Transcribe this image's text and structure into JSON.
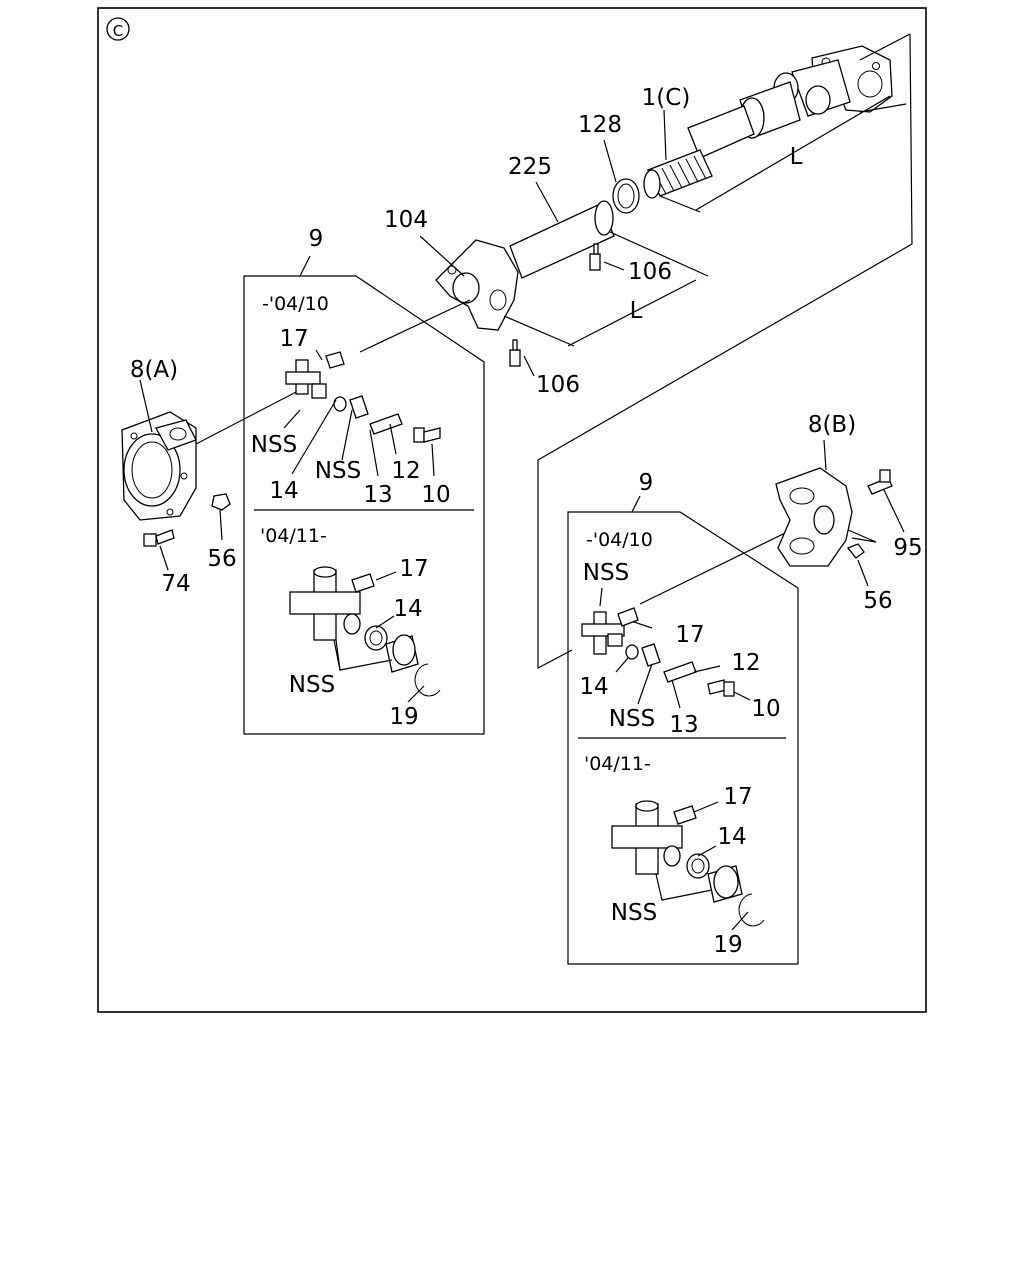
{
  "section_marker": "C",
  "labels": {
    "p1c": "1(C)",
    "p128": "128",
    "p225": "225",
    "p104": "104",
    "p9_left": "9",
    "p9_right": "9",
    "p106_top": "106",
    "p106_bottom": "106",
    "L_top": "L",
    "L_mid": "L",
    "p8a": "8(A)",
    "p8b": "8(B)",
    "p56_left": "56",
    "p56_right": "56",
    "p74": "74",
    "p95": "95"
  },
  "left_box": {
    "period_top": "-'04/10",
    "period_bottom": "'04/11-",
    "top_labels": {
      "p17": "17",
      "nss_a": "NSS",
      "nss_b": "NSS",
      "p14": "14",
      "p13": "13",
      "p12": "12",
      "p10": "10"
    },
    "bottom_labels": {
      "p17": "17",
      "p14": "14",
      "nss": "NSS",
      "p19": "19"
    }
  },
  "right_box": {
    "period_top": "-'04/10",
    "period_bottom": "'04/11-",
    "top_labels": {
      "nss_a": "NSS",
      "p17": "17",
      "p14": "14",
      "nss_b": "NSS",
      "p13": "13",
      "p12": "12",
      "p10": "10"
    },
    "bottom_labels": {
      "p17": "17",
      "p14": "14",
      "nss": "NSS",
      "p19": "19"
    }
  }
}
